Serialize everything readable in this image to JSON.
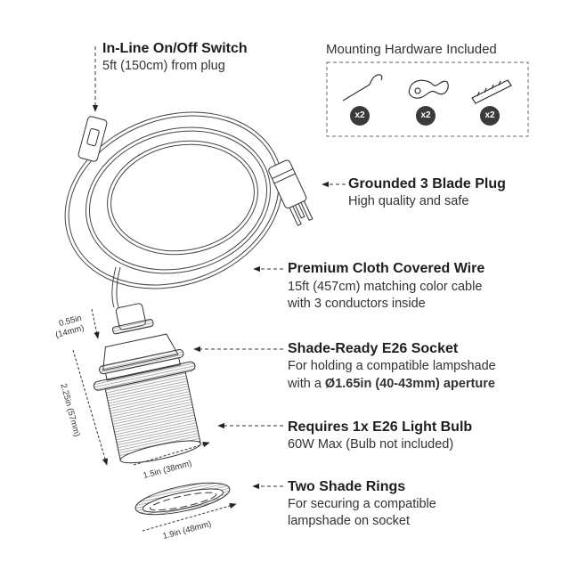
{
  "switch": {
    "title": "In-Line On/Off Switch",
    "subtitle": "5ft (150cm) from plug"
  },
  "hardware": {
    "title": "Mounting Hardware Included",
    "items": [
      {
        "icon": "screw-hook-icon",
        "qty": "x2"
      },
      {
        "icon": "s-hook-icon",
        "qty": "x2"
      },
      {
        "icon": "wall-anchor-icon",
        "qty": "x2"
      }
    ]
  },
  "plug": {
    "title": "Grounded 3 Blade Plug",
    "subtitle": "High quality and safe"
  },
  "wire": {
    "title": "Premium Cloth Covered Wire",
    "line1": "15ft (457cm) matching color cable",
    "line2": "with 3 conductors inside"
  },
  "socket": {
    "title": "Shade-Ready E26 Socket",
    "line1": "For holding a compatible lampshade",
    "line2_prefix": "with a ",
    "line2_bold": "Ø1.65in (40-43mm) aperture"
  },
  "bulb": {
    "title": "Requires 1x E26 Light Bulb",
    "subtitle": "60W Max (Bulb not included)"
  },
  "rings": {
    "title": "Two Shade Rings",
    "line1": "For securing a compatible",
    "line2": "lampshade on socket"
  },
  "dimensions": {
    "cap_height_in": "0.55in",
    "cap_height_mm": "(14mm)",
    "socket_height": "2.25in (57mm)",
    "socket_width": "1.5in (38mm)",
    "ring_width": "1.9in (48mm)"
  }
}
